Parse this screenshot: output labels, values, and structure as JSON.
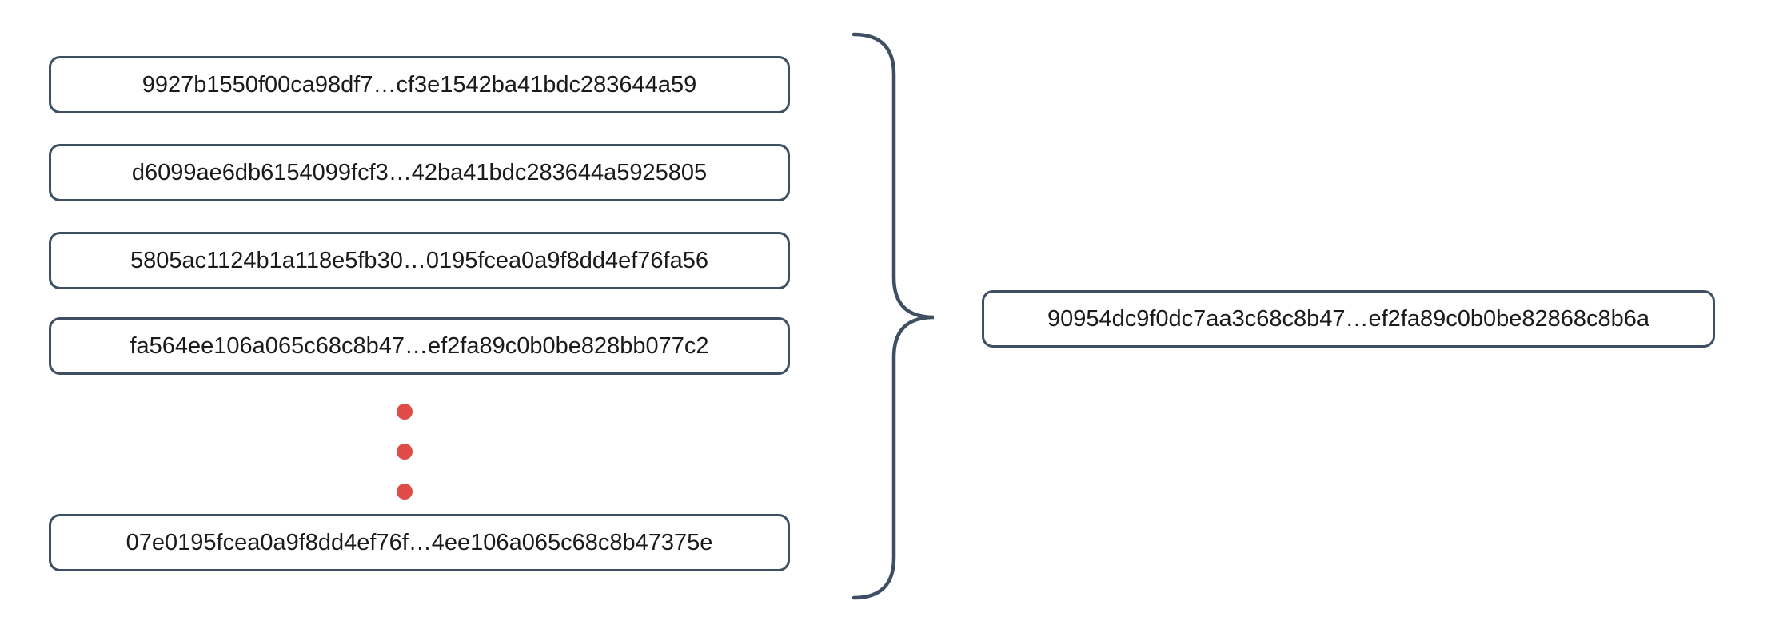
{
  "diagram": {
    "description": "Many input hash strings combined (curly brace) into one output hash string",
    "left_column": {
      "blocks": [
        {
          "label": "9927b1550f00ca98df7…cf3e1542ba41bdc283644a59"
        },
        {
          "label": "d6099ae6db6154099fcf3…42ba41bdc283644a5925805"
        },
        {
          "label": "5805ac1124b1a118e5fb30…0195fcea0a9f8dd4ef76fa56"
        },
        {
          "label": "fa564ee106a065c68c8b47…ef2fa89c0b0be828bb077c2"
        },
        {
          "label": "07e0195fcea0a9f8dd4ef76f…4ee106a065c68c8b47375e"
        }
      ],
      "ellipsis_dot_count": 3
    },
    "result_block": {
      "label": "90954dc9f0dc7aa3c68c8b47…ef2fa89c0b0be82868c8b6a"
    },
    "colors": {
      "outline": "#3e4f63",
      "dot_red": "#e04a47",
      "text": "#1a1a1a",
      "background": "#ffffff"
    }
  }
}
